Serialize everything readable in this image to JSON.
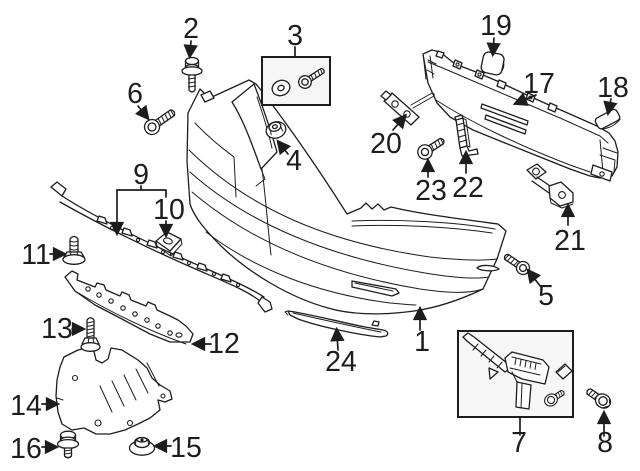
{
  "diagram": {
    "kind": "exploded-parts-diagram",
    "subject": "rear bumper assembly line-art diagram",
    "background_color": "#ffffff",
    "line_color": "#1d1d1b",
    "kit_box_fill": "#f6f6f6",
    "callouts": [
      {
        "label": "1"
      },
      {
        "label": "2"
      },
      {
        "label": "3"
      },
      {
        "label": "4"
      },
      {
        "label": "5"
      },
      {
        "label": "6"
      },
      {
        "label": "7"
      },
      {
        "label": "8"
      },
      {
        "label": "9"
      },
      {
        "label": "10"
      },
      {
        "label": "11"
      },
      {
        "label": "12"
      },
      {
        "label": "13"
      },
      {
        "label": "14"
      },
      {
        "label": "15"
      },
      {
        "label": "16"
      },
      {
        "label": "17"
      },
      {
        "label": "18"
      },
      {
        "label": "19"
      },
      {
        "label": "20"
      },
      {
        "label": "21"
      },
      {
        "label": "22"
      },
      {
        "label": "23"
      },
      {
        "label": "24"
      }
    ]
  }
}
